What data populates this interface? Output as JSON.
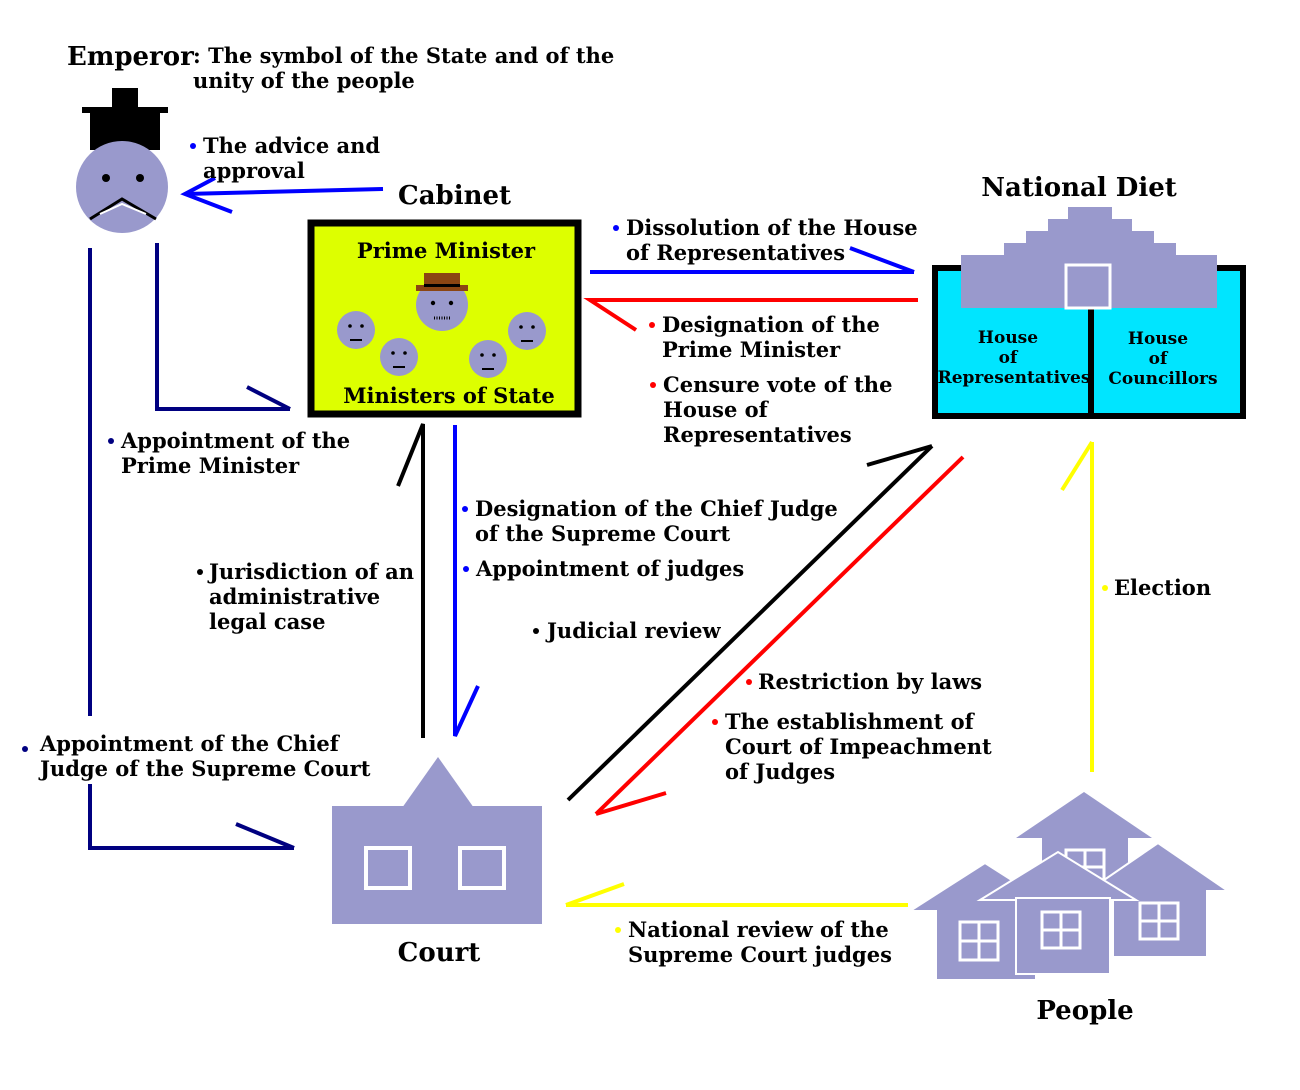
{
  "entities": {
    "emperor": "Emperor",
    "emperor_desc_1": ": The symbol of the State and of the",
    "emperor_desc_2": "unity of the people",
    "cabinet": "Cabinet",
    "prime_minister": "Prime Minister",
    "ministers": "Ministers of State",
    "national_diet": "National Diet",
    "house_reps": [
      "House",
      "of",
      "Representatives"
    ],
    "house_councillors": [
      "House",
      "of",
      "Councillors"
    ],
    "court": "Court",
    "people": "People"
  },
  "relations": {
    "advice": [
      "The advice and",
      "approval"
    ],
    "appoint_pm": [
      "Appointment of the",
      "Prime Minister"
    ],
    "jurisdiction": [
      "Jurisdiction of an",
      "administrative",
      "legal case"
    ],
    "designation_chief": [
      "Designation of the Chief Judge",
      "of the Supreme Court"
    ],
    "appoint_judges": [
      "Appointment of judges"
    ],
    "dissolution": [
      "Dissolution of the House",
      "of Representatives"
    ],
    "designation_pm": [
      "Designation of the",
      "Prime Minister"
    ],
    "censure": [
      "Censure vote of the",
      "House of",
      "Representatives"
    ],
    "judicial_review": [
      "Judicial review"
    ],
    "restriction": [
      "Restriction by laws"
    ],
    "impeachment": [
      "The establishment of",
      "Court of Impeachment",
      "of Judges"
    ],
    "election": [
      "Election"
    ],
    "national_review": [
      "National review of the",
      "Supreme Court judges"
    ],
    "appoint_chief": [
      "Appointment of the Chief",
      "Judge of the Supreme Court"
    ]
  },
  "colors": {
    "navy": "#000080",
    "blue": "#0000ff",
    "red": "#ff0000",
    "black": "#000000",
    "yellow": "#ffff00",
    "figure": "#9999cc",
    "cabinet_bg": "#ddff00",
    "diet_bg": "#00e5ff"
  }
}
